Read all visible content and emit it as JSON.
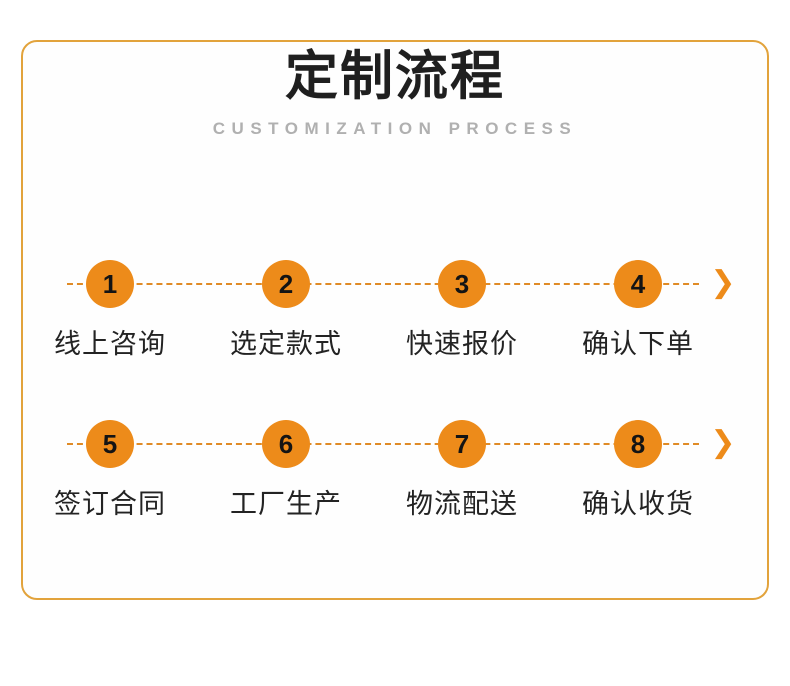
{
  "header": {
    "title": "定制流程",
    "subtitle": "CUSTOMIZATION PROCESS"
  },
  "colors": {
    "accent": "#ED8B1A",
    "frame_border": "#E2A33C",
    "title": "#1F1F1F",
    "subtitle": "#B0B0B0",
    "label": "#232323",
    "background": "#FFFFFF"
  },
  "flow": {
    "arrow_glyph": "❯",
    "rows": [
      {
        "steps": [
          {
            "number": "1",
            "label": "线上咨询"
          },
          {
            "number": "2",
            "label": "选定款式"
          },
          {
            "number": "3",
            "label": "快速报价"
          },
          {
            "number": "4",
            "label": "确认下单"
          }
        ]
      },
      {
        "steps": [
          {
            "number": "5",
            "label": "签订合同"
          },
          {
            "number": "6",
            "label": "工厂生产"
          },
          {
            "number": "7",
            "label": "物流配送"
          },
          {
            "number": "8",
            "label": "确认收货"
          }
        ]
      }
    ]
  }
}
